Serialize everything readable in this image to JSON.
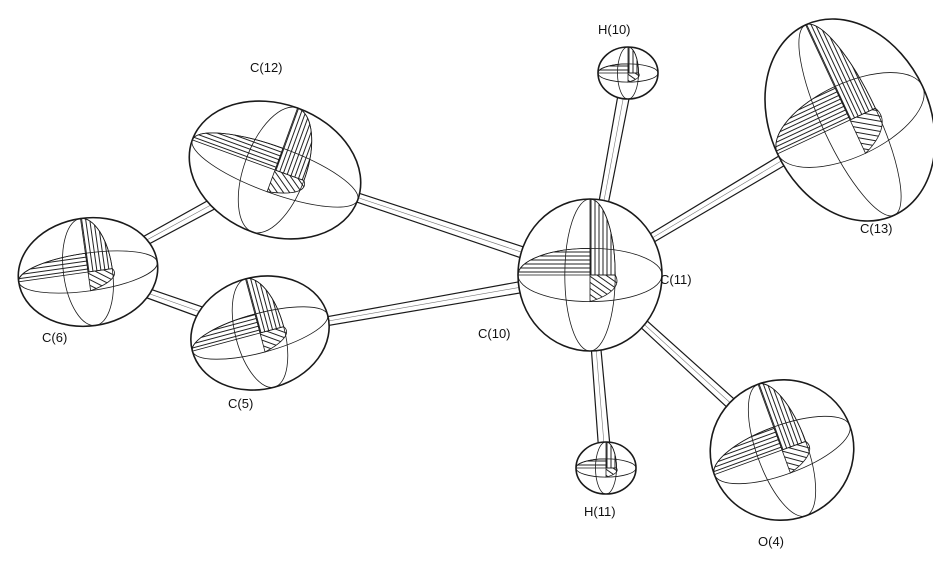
{
  "diagram": {
    "type": "ortep-thermal-ellipsoid",
    "ink_color": "#1a1a1a",
    "background": "#ffffff",
    "atoms": [
      {
        "id": "C12",
        "label": "C(12)",
        "kind": "large"
      },
      {
        "id": "C6",
        "label": "C(6)",
        "kind": "medium"
      },
      {
        "id": "C5",
        "label": "C(5)",
        "kind": "medium"
      },
      {
        "id": "C10",
        "label": "C(10)",
        "kind": "hidden"
      },
      {
        "id": "C11",
        "label": "C(11)",
        "kind": "large"
      },
      {
        "id": "H10",
        "label": "H(10)",
        "kind": "small"
      },
      {
        "id": "H11",
        "label": "H(11)",
        "kind": "small"
      },
      {
        "id": "C13",
        "label": "C(13)",
        "kind": "large"
      },
      {
        "id": "O4",
        "label": "O(4)",
        "kind": "large"
      }
    ],
    "bonds": [
      [
        "C6",
        "C12"
      ],
      [
        "C6",
        "C5"
      ],
      [
        "C12",
        "C11"
      ],
      [
        "C5",
        "C11"
      ],
      [
        "C11",
        "H10"
      ],
      [
        "C11",
        "C13"
      ],
      [
        "C11",
        "H11"
      ],
      [
        "C11",
        "O4"
      ]
    ]
  }
}
